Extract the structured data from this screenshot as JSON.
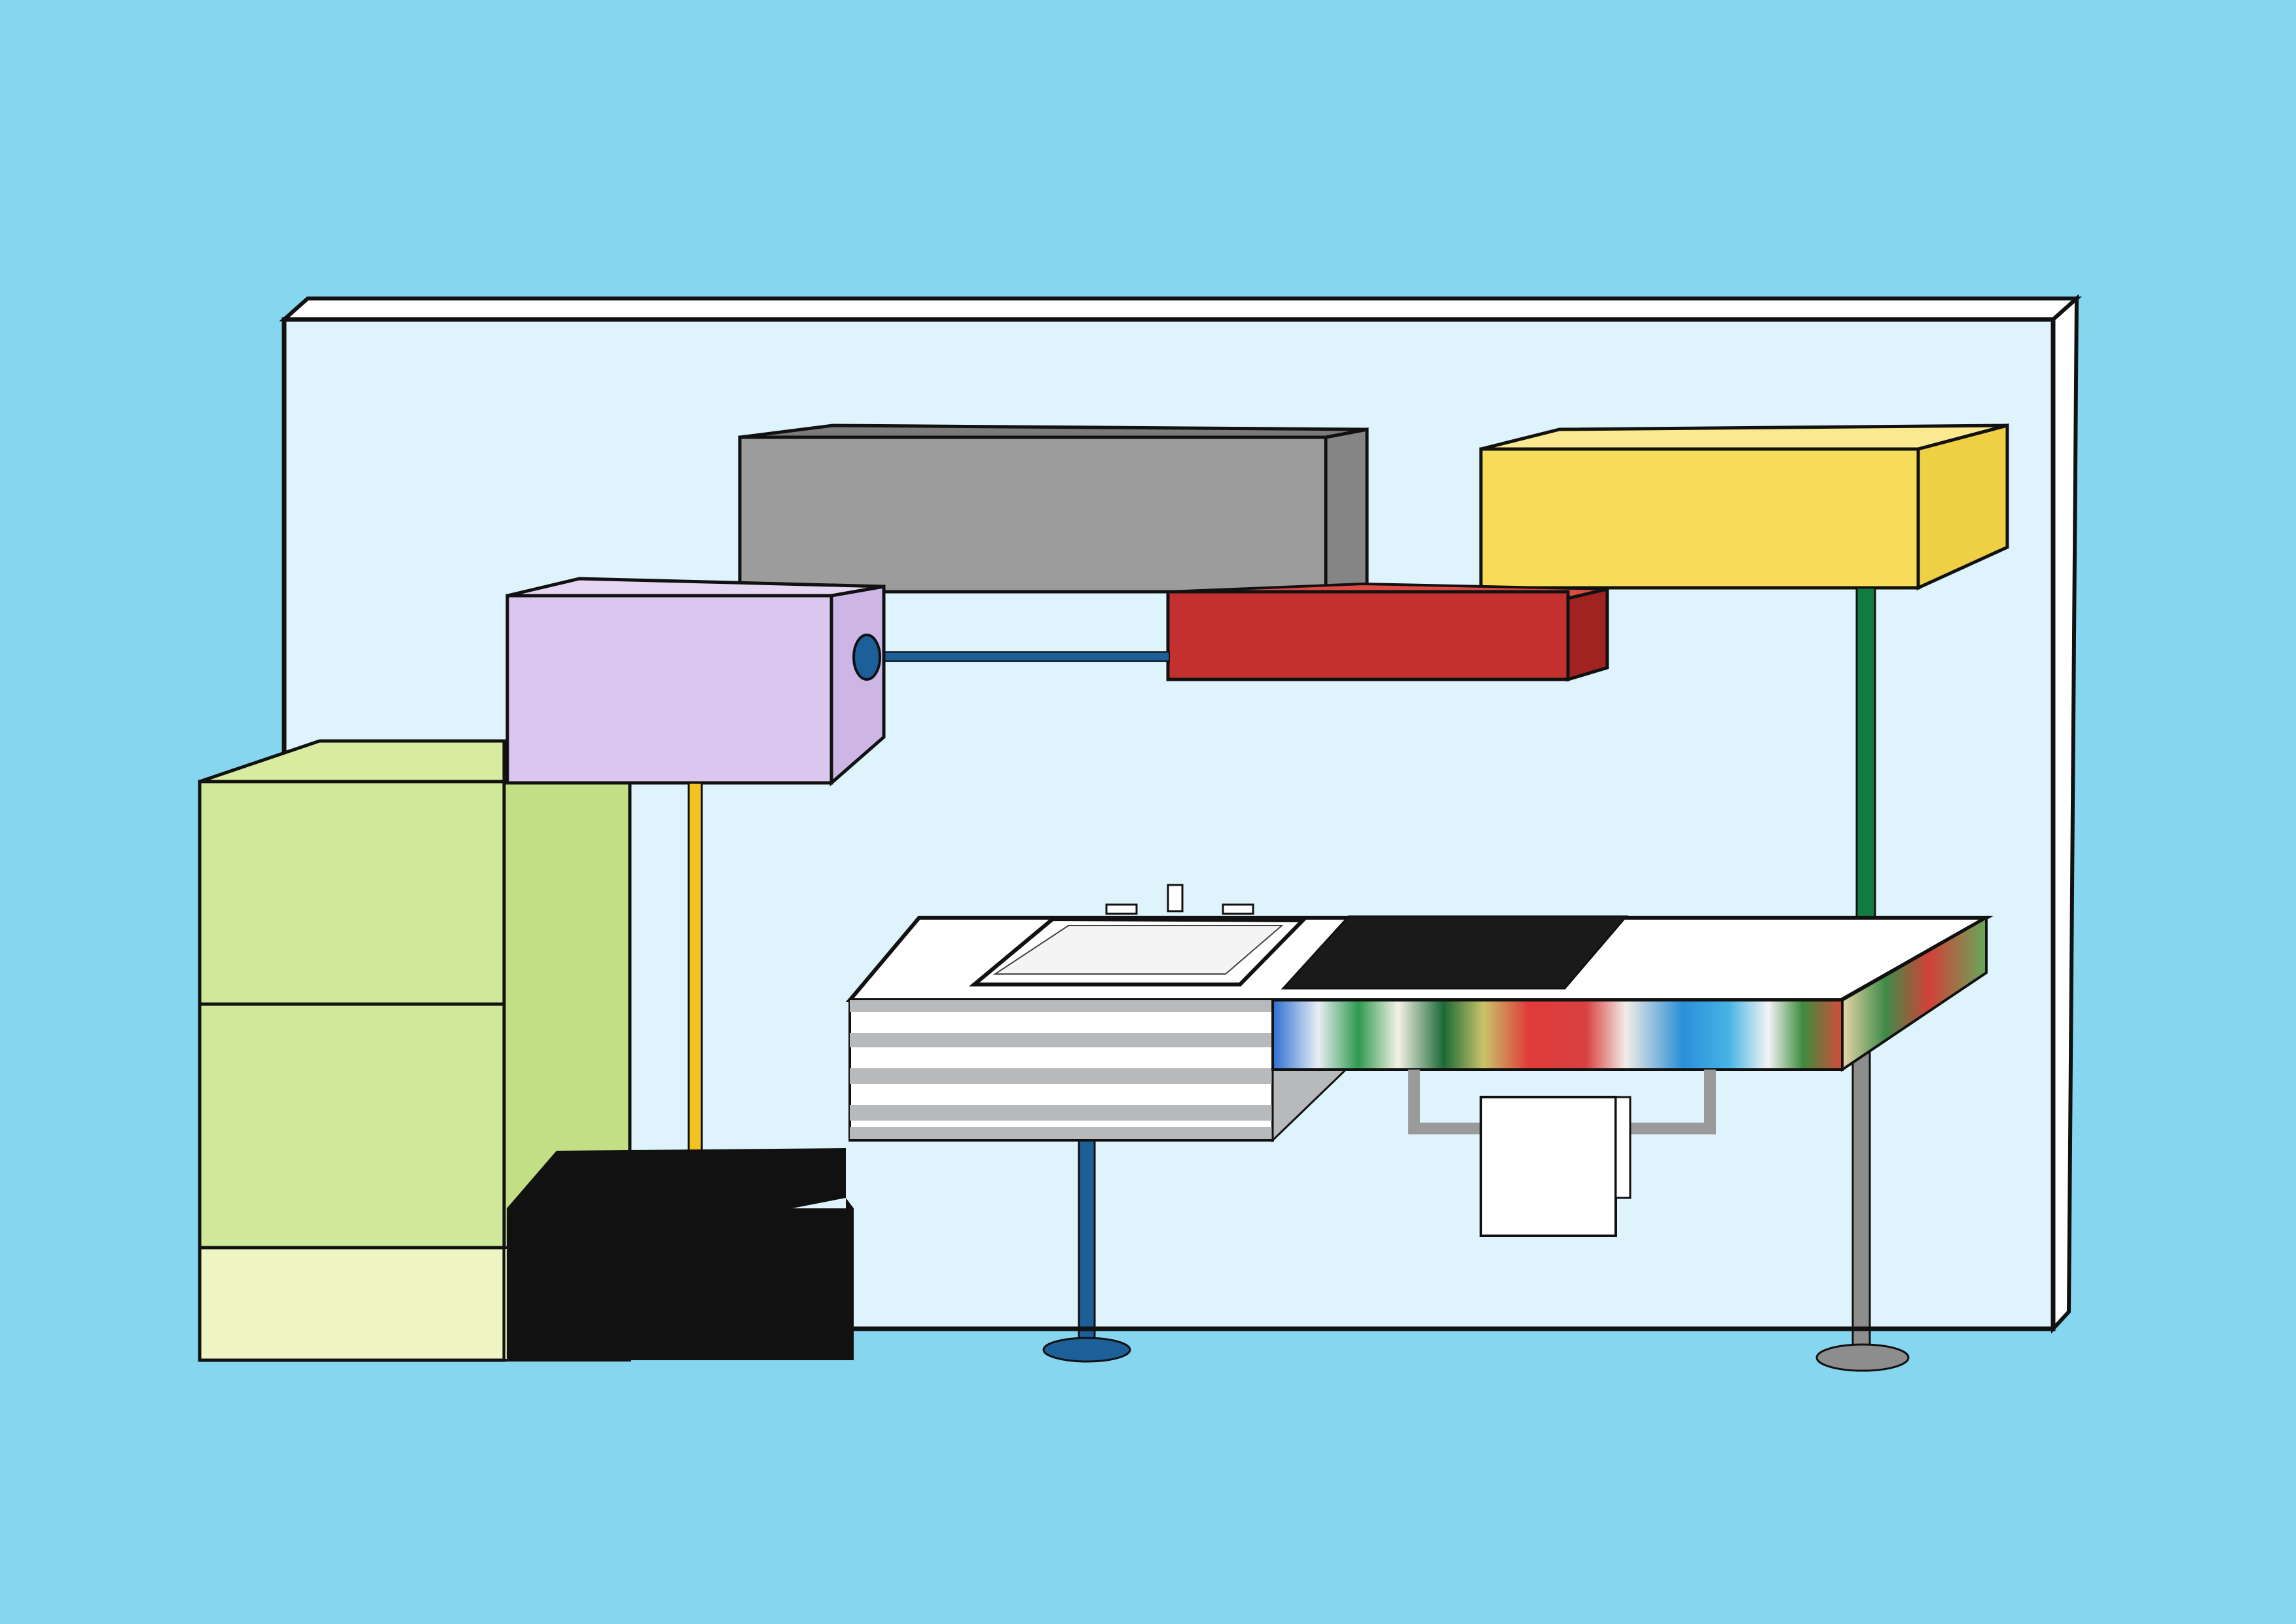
{
  "colors": {
    "background": "#86d6ef",
    "wall": "#def3fb",
    "wall_edge": "#ffffff",
    "outline": "#111111",
    "grey_cabinet": "#9c9c9c",
    "grey_cabinet_side": "#858585",
    "yellow_cabinet": "#f7dc5a",
    "yellow_cabinet_top": "#fae98e",
    "red_cabinet": "#c4302d",
    "red_cabinet_side": "#a02322",
    "lilac_cabinet": "#dbc6ef",
    "lilac_cabinet_side": "#cdb6e6",
    "green_tower": "#cfe89a",
    "green_tower_side": "#c3df86",
    "green_tower_base": "#eef5c2",
    "black_block": "#111111",
    "counter_top": "#ffffff",
    "hob": "#1a1a1a",
    "stripe_grey": "#b8b9bb",
    "blue_rod": "#1d5f99",
    "yellow_rod": "#f2c21e",
    "green_rod": "#117c3f",
    "grey_rod": "#8d8d8d",
    "towel_rail": "#9a9a9a",
    "paper_towel": "#ffffff"
  },
  "scene": {
    "objects": [
      "wall-panel",
      "grey-wall-cabinet",
      "yellow-wall-cabinet",
      "red-wall-cabinet",
      "lilac-cabinet",
      "green-tall-unit",
      "black-base-block",
      "sink-counter",
      "hob",
      "towel-holder"
    ]
  }
}
